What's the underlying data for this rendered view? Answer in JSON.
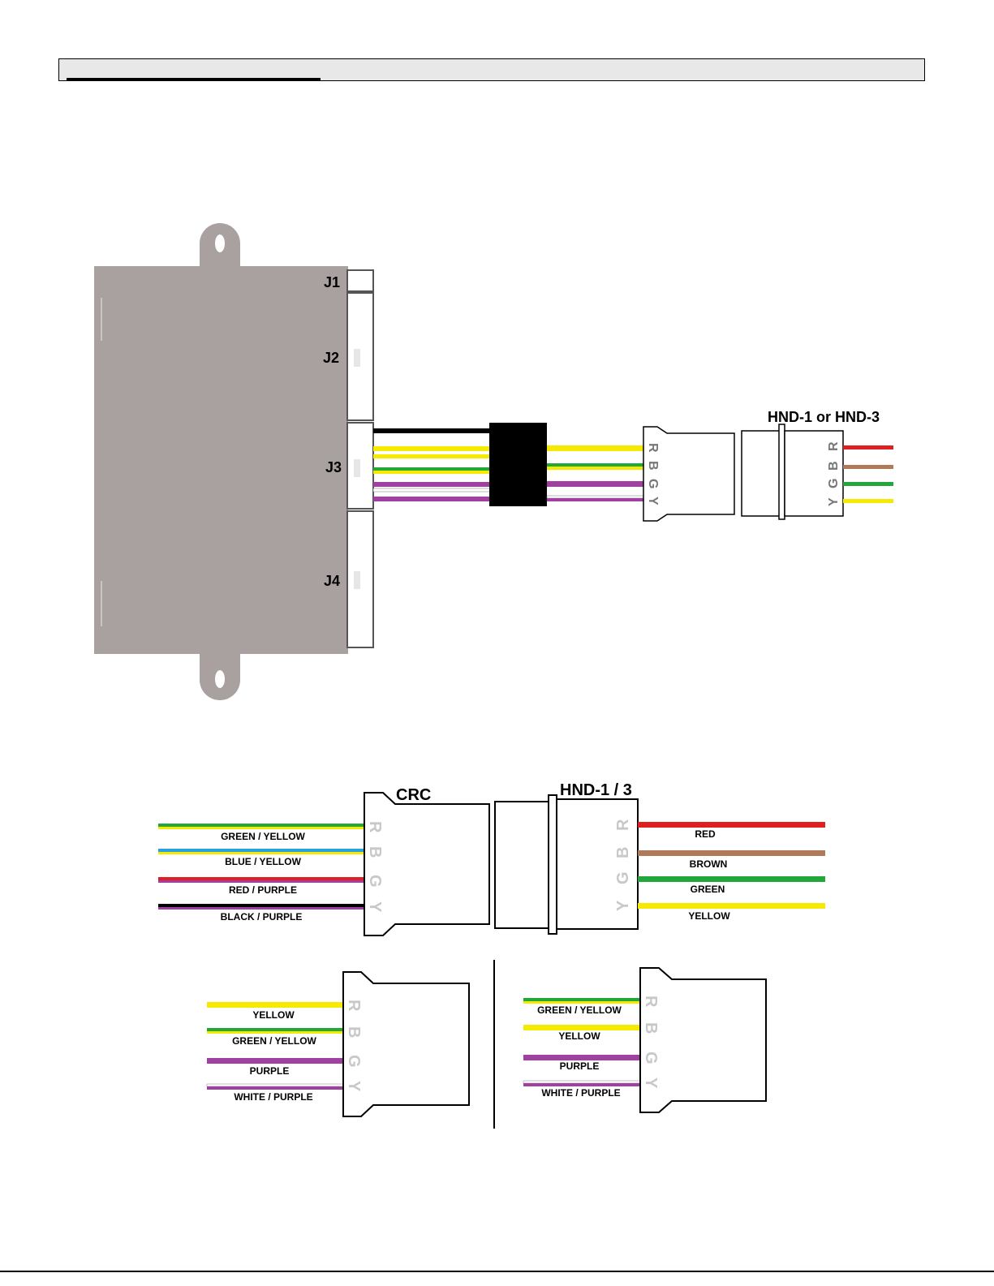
{
  "colors": {
    "module_body": "#a9a19f",
    "red": "#e02020",
    "brown": "#b07a58",
    "green": "#22a83a",
    "yellow": "#f5ea00",
    "blue": "#2aa0e0",
    "purple": "#a040a0",
    "black": "#000000",
    "white": "#ffffff"
  },
  "module": {
    "ports": [
      "J1",
      "J2",
      "J3",
      "J4"
    ]
  },
  "top_diagram": {
    "hnd_label": "HND-1 or HND-3",
    "crc_pins": [
      "R",
      "B",
      "G",
      "Y"
    ],
    "hnd_pins": [
      "R",
      "B",
      "G",
      "Y"
    ]
  },
  "crc_hnd_diagram": {
    "crc_label": "CRC",
    "hnd_label": "HND-1 / 3",
    "crc_pins": [
      "R",
      "B",
      "G",
      "Y"
    ],
    "hnd_pins": [
      "R",
      "B",
      "G",
      "Y"
    ],
    "crc_wires": [
      {
        "label": "GREEN / YELLOW",
        "main": "green",
        "stripe": "yellow"
      },
      {
        "label": "BLUE / YELLOW",
        "main": "blue",
        "stripe": "yellow"
      },
      {
        "label": "RED / PURPLE",
        "main": "red",
        "stripe": "purple"
      },
      {
        "label": "BLACK / PURPLE",
        "main": "black",
        "stripe": "purple"
      }
    ],
    "hnd_wires": [
      {
        "label": "RED",
        "main": "red"
      },
      {
        "label": "BROWN",
        "main": "brown"
      },
      {
        "label": "GREEN",
        "main": "green"
      },
      {
        "label": "YELLOW",
        "main": "yellow"
      }
    ]
  },
  "variant_left": {
    "pins": [
      "R",
      "B",
      "G",
      "Y"
    ],
    "wires": [
      {
        "label": "YELLOW",
        "main": "yellow"
      },
      {
        "label": "GREEN / YELLOW",
        "main": "green",
        "stripe": "yellow"
      },
      {
        "label": "PURPLE",
        "main": "purple"
      },
      {
        "label": "WHITE / PURPLE",
        "main": "white",
        "stripe": "purple"
      }
    ]
  },
  "variant_right": {
    "pins": [
      "R",
      "B",
      "G",
      "Y"
    ],
    "wires": [
      {
        "label": "GREEN / YELLOW",
        "main": "green",
        "stripe": "yellow"
      },
      {
        "label": "YELLOW",
        "main": "yellow"
      },
      {
        "label": "PURPLE",
        "main": "purple"
      },
      {
        "label": "WHITE / PURPLE",
        "main": "white",
        "stripe": "purple"
      }
    ]
  }
}
